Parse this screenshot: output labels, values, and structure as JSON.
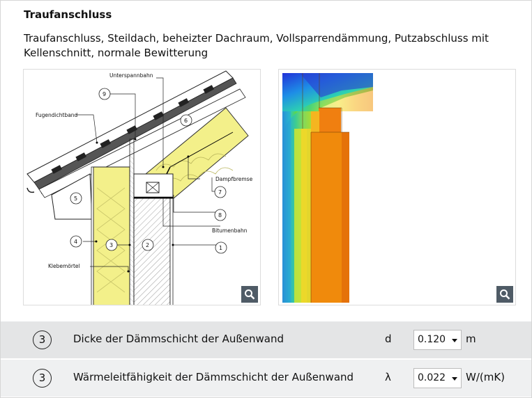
{
  "page": {
    "title": "Traufanschluss",
    "description": "Traufanschluss, Steildach, beheizter Dachraum, Vollsparrendämmung, Putzabschluss mit Kellenschnitt, normale Bewitterung"
  },
  "drawing": {
    "labels": {
      "unterspannbahn": "Unterspannbahn",
      "fugendichtband": "Fugendichtband",
      "dampfbremse": "Dampfbremse",
      "bitumenbahn": "Bitumenbahn",
      "klebemoertel": "Klebemörtel"
    },
    "callouts": [
      "1",
      "2",
      "3",
      "4",
      "5",
      "6",
      "7",
      "8",
      "9"
    ]
  },
  "icons": {
    "zoom": "magnifier-icon"
  },
  "parameters": [
    {
      "number": "3",
      "label": "Dicke der Dämmschicht der Außenwand",
      "symbol": "d",
      "value": "0.120",
      "unit": "m"
    },
    {
      "number": "3",
      "label": "Wärmeleitfähigkeit der Dämmschicht der Außenwand",
      "symbol": "λ",
      "value": "0.022",
      "unit": "W/(mK)"
    }
  ],
  "colors": {
    "insulation": "#f3f08a",
    "thermal_orange": "#f08a0c",
    "row_bg_1": "#e4e5e6",
    "row_bg_2": "#eff0f1",
    "zoom_button": "#4f5b66"
  }
}
